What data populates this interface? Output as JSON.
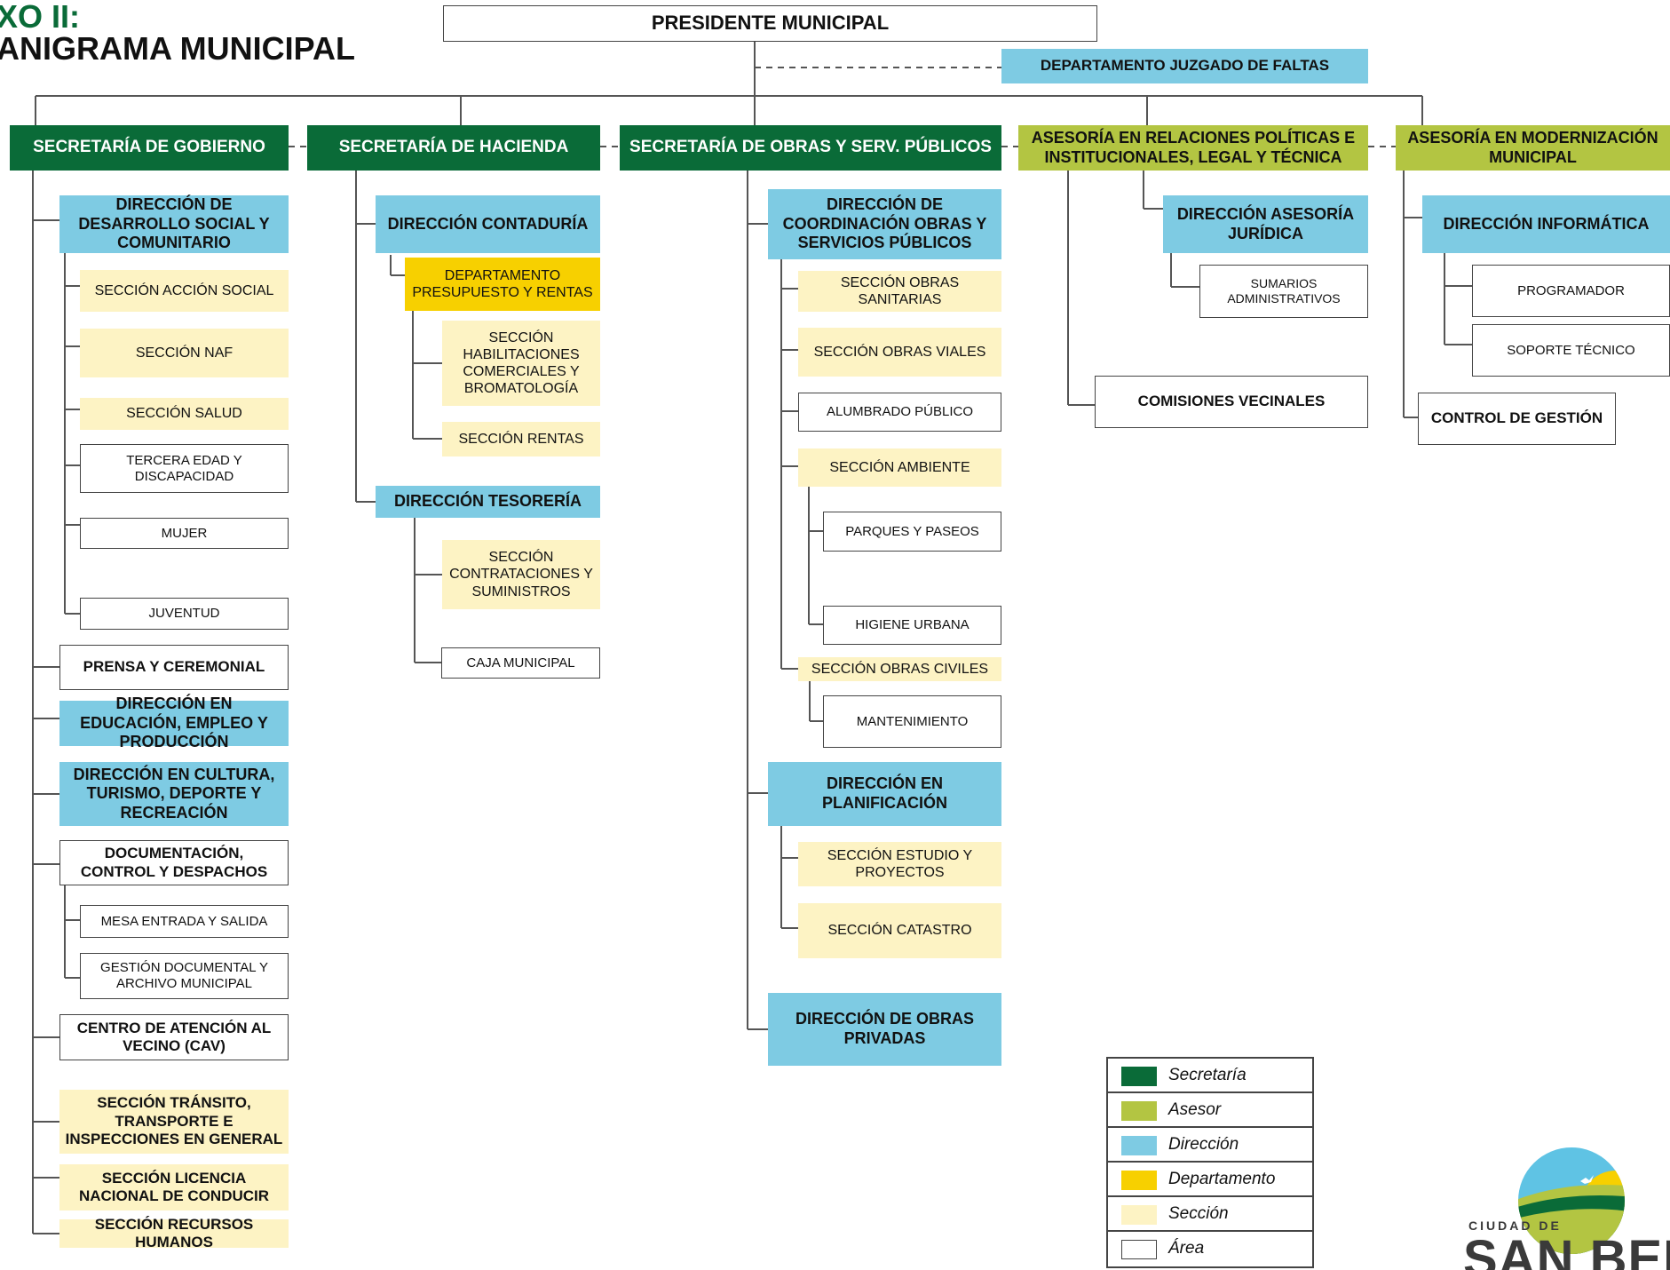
{
  "title": {
    "line1": "XO II:",
    "line2": "ANIGRAMA MUNICIPAL"
  },
  "colors": {
    "secretaria": "#0a6b38",
    "asesor": "#b3c542",
    "direccion": "#7ecbe3",
    "departamento": "#f7d000",
    "seccion": "#fdf3c4",
    "area": "#ffffff"
  },
  "top": {
    "president": "PRESIDENTE MUNICIPAL",
    "juzgado": "DEPARTAMENTO JUZGADO DE FALTAS"
  },
  "gobierno": {
    "head": "SECRETARÍA DE GOBIERNO",
    "desarrollo": "DIRECCIÓN DE DESARROLLO SOCIAL Y COMUNITARIO",
    "accion_social": "SECCIÓN ACCIÓN SOCIAL",
    "naf": "SECCIÓN NAF",
    "salud": "SECCIÓN SALUD",
    "tercera_edad": "TERCERA EDAD Y DISCAPACIDAD",
    "mujer": "MUJER",
    "juventud": "JUVENTUD",
    "prensa": "PRENSA Y CEREMONIAL",
    "educacion": "DIRECCIÓN EN EDUCACIÓN, EMPLEO Y PRODUCCIÓN",
    "cultura": "DIRECCIÓN EN CULTURA, TURISMO, DEPORTE Y RECREACIÓN",
    "documentacion": "DOCUMENTACIÓN, CONTROL Y DESPACHOS",
    "mesa": "MESA ENTRADA Y SALIDA",
    "gestion_doc": "GESTIÓN DOCUMENTAL Y ARCHIVO MUNICIPAL",
    "cav": "CENTRO DE ATENCIÓN AL VECINO (CAV)",
    "transito": "SECCIÓN TRÁNSITO, TRANSPORTE E INSPECCIONES EN GENERAL",
    "licencia": "SECCIÓN LICENCIA NACIONAL DE CONDUCIR",
    "rrhh": "SECCIÓN RECURSOS HUMANOS"
  },
  "hacienda": {
    "head": "SECRETARÍA DE HACIENDA",
    "contaduria": "DIRECCIÓN CONTADURÍA",
    "presupuesto": "DEPARTAMENTO PRESUPUESTO Y RENTAS",
    "habilitaciones": "SECCIÓN HABILITACIONES COMERCIALES Y BROMATOLOGÍA",
    "rentas": "SECCIÓN RENTAS",
    "tesoreria": "DIRECCIÓN TESORERÍA",
    "contrataciones": "SECCIÓN CONTRATACIONES Y SUMINISTROS",
    "caja": "CAJA MUNICIPAL"
  },
  "obras": {
    "head": "SECRETARÍA DE OBRAS Y SERV. PÚBLICOS",
    "coordinacion": "DIRECCIÓN DE COORDINACIÓN OBRAS Y SERVICIOS PÚBLICOS",
    "sanitarias": "SECCIÓN OBRAS SANITARIAS",
    "viales": "SECCIÓN OBRAS VIALES",
    "alumbrado": "ALUMBRADO PÚBLICO",
    "ambiente": "SECCIÓN AMBIENTE",
    "parques": "PARQUES Y PASEOS",
    "higiene": "HIGIENE URBANA",
    "civiles": "SECCIÓN OBRAS CIVILES",
    "mantenimiento": "MANTENIMIENTO",
    "planificacion": "DIRECCIÓN EN PLANIFICACIÓN",
    "estudio": "SECCIÓN ESTUDIO Y PROYECTOS",
    "catastro": "SECCIÓN CATASTRO",
    "privadas": "DIRECCIÓN DE OBRAS PRIVADAS"
  },
  "relaciones": {
    "head": "ASESORÍA EN RELACIONES POLÍTICAS E INSTITUCIONALES, LEGAL Y TÉCNICA",
    "juridica": "DIRECCIÓN ASESORÍA JURÍDICA",
    "sumarios": "SUMARIOS ADMINISTRATIVOS",
    "comisiones": "COMISIONES VECINALES"
  },
  "modernizacion": {
    "head": "ASESORÍA EN MODERNIZACIÓN MUNICIPAL",
    "informatica": "DIRECCIÓN INFORMÁTICA",
    "programador": "PROGRAMADOR",
    "soporte": "SOPORTE TÉCNICO",
    "control": "CONTROL DE GESTIÓN"
  },
  "legend": [
    {
      "label": "Secretaría",
      "color": "#0a6b38"
    },
    {
      "label": "Asesor",
      "color": "#b3c542"
    },
    {
      "label": "Dirección",
      "color": "#7ecbe3"
    },
    {
      "label": "Departamento",
      "color": "#f7d000"
    },
    {
      "label": "Sección",
      "color": "#fdf3c4"
    },
    {
      "label": "Área",
      "color": "#ffffff"
    }
  ],
  "logo": {
    "line1": "CIUDAD DE",
    "line2": "SAN BEN"
  }
}
